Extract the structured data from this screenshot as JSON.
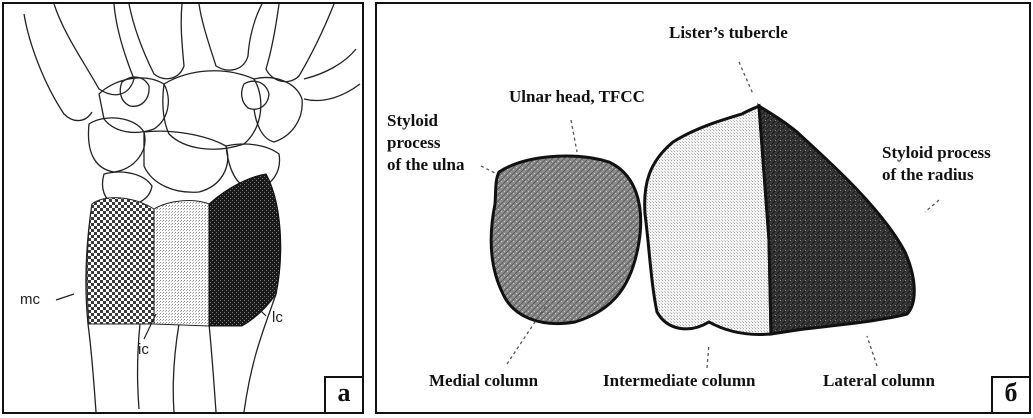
{
  "panel_a": {
    "letter": "a",
    "labels": {
      "medial": "mc",
      "intermediate": "ic",
      "lateral": "lc"
    }
  },
  "panel_b": {
    "letter": "б",
    "labels": {
      "listers_tubercle": "Lister’s tubercle",
      "ulnar_head": "Ulnar head, TFCC",
      "styloid_ulna": [
        "Styloid",
        "process",
        "of the ulna"
      ],
      "styloid_radius": [
        "Styloid process",
        "of the radius"
      ],
      "medial_column": "Medial column",
      "intermediate_column": "Intermediate column",
      "lateral_column": "Lateral column"
    }
  }
}
